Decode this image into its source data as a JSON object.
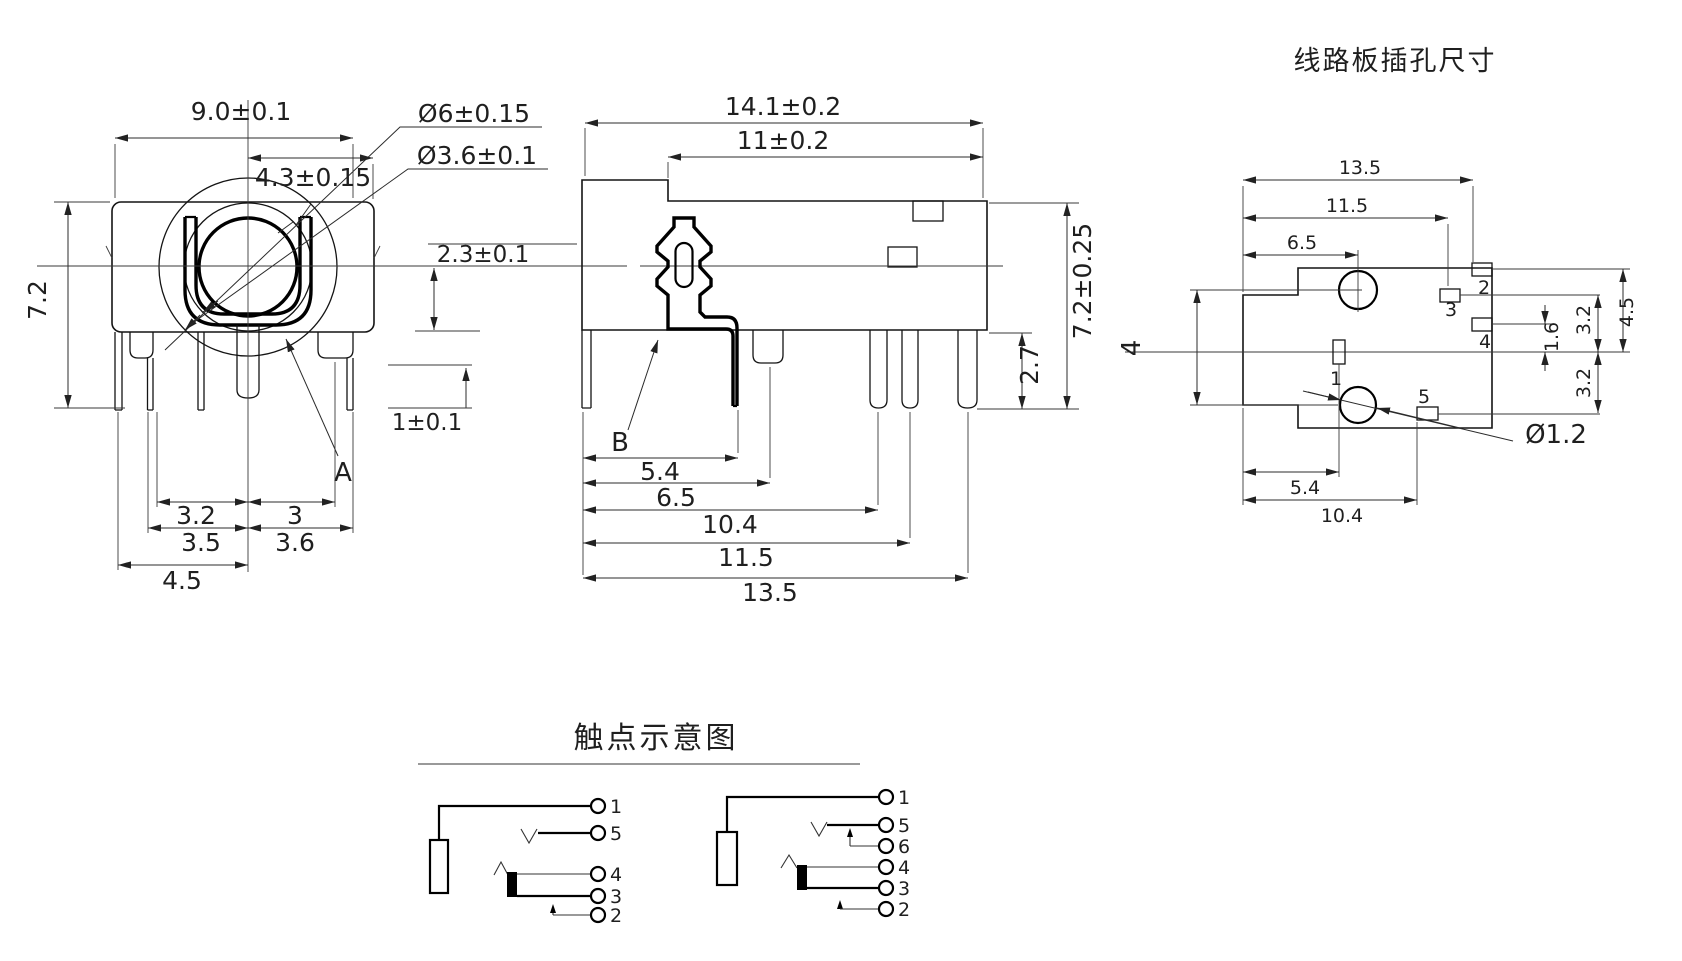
{
  "front_view": {
    "label": "A",
    "dims": {
      "body_width": "9.0±0.1",
      "inner_width": "4.3±0.15",
      "outer_dia": "Ø6±0.15",
      "inner_dia": "Ø3.6±0.1",
      "body_height": "7.2",
      "center_offset": "2.3±0.1",
      "pin_offset": "1±0.1",
      "pin_span_left": "3.2",
      "pin_span_right": "3",
      "pin_span_left2": "3.5",
      "pin_span_right2": "3.6",
      "pin_span_total": "4.5"
    }
  },
  "side_view": {
    "label": "B",
    "dims": {
      "total_length": "14.1±0.2",
      "body_length": "11±0.2",
      "body_height": "7.2±0.25",
      "pin_length": "2.7",
      "pin1_pos": "5.4",
      "pin2_pos": "6.5",
      "pin3_pos": "10.4",
      "pin4_pos": "11.5",
      "pin5_pos": "13.5"
    }
  },
  "pcb_view": {
    "title": "线路板插孔尺寸",
    "dims": {
      "width_total": "13.5",
      "width_pad3": "11.5",
      "width_hole": "6.5",
      "height_left": "4",
      "hole1_x": "5.4",
      "pad5_x": "10.4",
      "pad4_y": "1.6",
      "pad3_y": "3.2",
      "pad5_y": "3.2",
      "pad2_y": "4.5",
      "hole_dia": "Ø1.2"
    },
    "pads": {
      "p1": "1",
      "p2": "2",
      "p3": "3",
      "p4": "4",
      "p5": "5"
    }
  },
  "schematic": {
    "title": "触点示意图",
    "left_terminals": [
      "1",
      "5",
      "4",
      "3",
      "2"
    ],
    "right_terminals": [
      "1",
      "5",
      "6",
      "4",
      "3",
      "2"
    ]
  }
}
